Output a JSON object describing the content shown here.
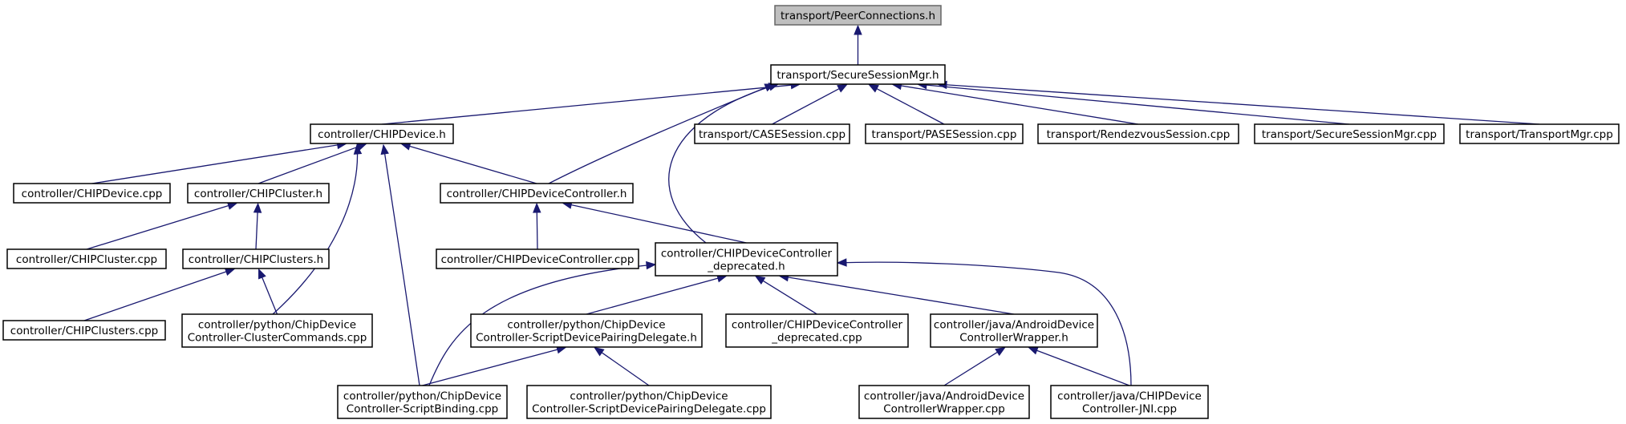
{
  "diagram": {
    "nodes": {
      "peerconn": {
        "label": [
          "transport/PeerConnections.h"
        ],
        "root": true
      },
      "ssm_h": {
        "label": [
          "transport/SecureSessionMgr.h"
        ]
      },
      "chipdevice_h": {
        "label": [
          "controller/CHIPDevice.h"
        ]
      },
      "case_cpp": {
        "label": [
          "transport/CASESession.cpp"
        ]
      },
      "pase_cpp": {
        "label": [
          "transport/PASESession.cpp"
        ]
      },
      "rendezvous_cpp": {
        "label": [
          "transport/RendezvousSession.cpp"
        ]
      },
      "ssm_cpp": {
        "label": [
          "transport/SecureSessionMgr.cpp"
        ]
      },
      "transportmgr_cpp": {
        "label": [
          "transport/TransportMgr.cpp"
        ]
      },
      "chipdevice_cpp": {
        "label": [
          "controller/CHIPDevice.cpp"
        ]
      },
      "chipcluster_h": {
        "label": [
          "controller/CHIPCluster.h"
        ]
      },
      "devctrl_h": {
        "label": [
          "controller/CHIPDeviceController.h"
        ]
      },
      "chipcluster_cpp": {
        "label": [
          "controller/CHIPCluster.cpp"
        ]
      },
      "chipclusters_h": {
        "label": [
          "controller/CHIPClusters.h"
        ]
      },
      "devctrl_cpp": {
        "label": [
          "controller/CHIPDeviceController.cpp"
        ]
      },
      "devctrl_dep_h": {
        "label": [
          "controller/CHIPDeviceController",
          "_deprecated.h"
        ]
      },
      "chipclusters_cpp": {
        "label": [
          "controller/CHIPClusters.cpp"
        ]
      },
      "clustercmds_cpp": {
        "label": [
          "controller/python/ChipDevice",
          "Controller-ClusterCommands.cpp"
        ]
      },
      "pairing_h": {
        "label": [
          "controller/python/ChipDevice",
          "Controller-ScriptDevicePairingDelegate.h"
        ]
      },
      "devctrl_dep_cpp": {
        "label": [
          "controller/CHIPDeviceController",
          "_deprecated.cpp"
        ]
      },
      "android_h": {
        "label": [
          "controller/java/AndroidDevice",
          "ControllerWrapper.h"
        ]
      },
      "scriptbinding_cpp": {
        "label": [
          "controller/python/ChipDevice",
          "Controller-ScriptBinding.cpp"
        ]
      },
      "pairing_cpp": {
        "label": [
          "controller/python/ChipDevice",
          "Controller-ScriptDevicePairingDelegate.cpp"
        ]
      },
      "android_cpp": {
        "label": [
          "controller/java/AndroidDevice",
          "ControllerWrapper.cpp"
        ]
      },
      "jni_cpp": {
        "label": [
          "controller/java/CHIPDevice",
          "Controller-JNI.cpp"
        ]
      }
    },
    "edges": [
      [
        "ssm_h",
        "peerconn"
      ],
      [
        "chipdevice_h",
        "ssm_h"
      ],
      [
        "devctrl_h",
        "ssm_h"
      ],
      [
        "devctrl_dep_h",
        "ssm_h"
      ],
      [
        "case_cpp",
        "ssm_h"
      ],
      [
        "pase_cpp",
        "ssm_h"
      ],
      [
        "rendezvous_cpp",
        "ssm_h"
      ],
      [
        "ssm_cpp",
        "ssm_h"
      ],
      [
        "transportmgr_cpp",
        "ssm_h"
      ],
      [
        "chipdevice_cpp",
        "chipdevice_h"
      ],
      [
        "chipcluster_h",
        "chipdevice_h"
      ],
      [
        "clustercmds_cpp",
        "chipdevice_h"
      ],
      [
        "scriptbinding_cpp",
        "chipdevice_h"
      ],
      [
        "devctrl_h",
        "chipdevice_h"
      ],
      [
        "chipcluster_cpp",
        "chipcluster_h"
      ],
      [
        "chipclusters_h",
        "chipcluster_h"
      ],
      [
        "devctrl_cpp",
        "devctrl_h"
      ],
      [
        "devctrl_dep_h",
        "devctrl_h"
      ],
      [
        "chipclusters_cpp",
        "chipclusters_h"
      ],
      [
        "clustercmds_cpp",
        "chipclusters_h"
      ],
      [
        "scriptbinding_cpp",
        "devctrl_dep_h"
      ],
      [
        "pairing_h",
        "devctrl_dep_h"
      ],
      [
        "devctrl_dep_cpp",
        "devctrl_dep_h"
      ],
      [
        "android_h",
        "devctrl_dep_h"
      ],
      [
        "jni_cpp",
        "devctrl_dep_h"
      ],
      [
        "scriptbinding_cpp",
        "pairing_h"
      ],
      [
        "pairing_cpp",
        "pairing_h"
      ],
      [
        "android_cpp",
        "android_h"
      ],
      [
        "jni_cpp",
        "android_h"
      ]
    ]
  }
}
